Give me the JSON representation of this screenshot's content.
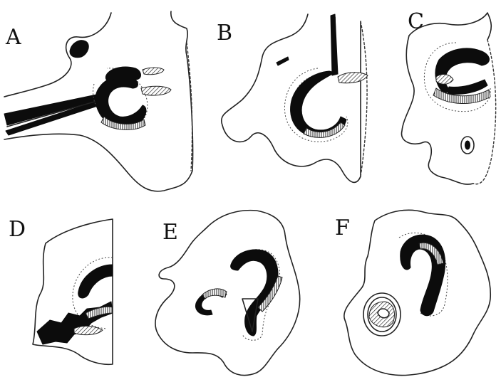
{
  "figure": {
    "panels": [
      {
        "key": "A",
        "label": "A"
      },
      {
        "key": "B",
        "label": "B"
      },
      {
        "key": "C",
        "label": "C"
      },
      {
        "key": "D",
        "label": "D"
      },
      {
        "key": "E",
        "label": "E"
      },
      {
        "key": "F",
        "label": "F"
      }
    ]
  }
}
